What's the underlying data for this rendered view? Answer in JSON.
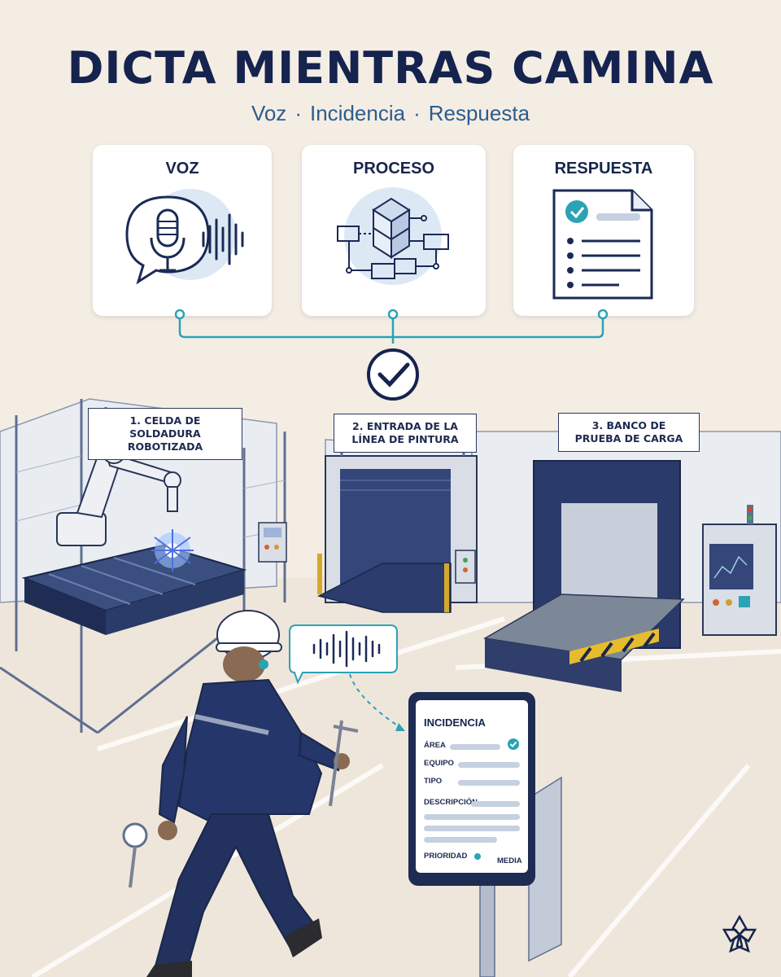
{
  "header": {
    "title": "DICTA MIENTRAS CAMINA",
    "subtitle": [
      "Voz",
      "Incidencia",
      "Respuesta"
    ],
    "separator": "·"
  },
  "cards": [
    {
      "label": "VOZ",
      "icon": "microphone-icon"
    },
    {
      "label": "PROCESO",
      "icon": "process-cube-icon"
    },
    {
      "label": "RESPUESTA",
      "icon": "checked-document-icon"
    }
  ],
  "stations": [
    {
      "label_1": "1. CELDA DE SOLDADURA",
      "label_2": "ROBOTIZADA"
    },
    {
      "label_1": "2. ENTRADA DE LA",
      "label_2": "LÍNEA DE PINTURA"
    },
    {
      "label_1": "3. BANCO DE",
      "label_2": "PRUEBA DE CARGA"
    }
  ],
  "form": {
    "title": "INCIDENCIA",
    "fields": {
      "area": "ÁREA",
      "equipo": "EQUIPO",
      "tipo": "TIPO",
      "descripcion": "DESCRIPCIÓN",
      "prioridad": "PRIORIDAD",
      "prioridad_value": "MEDIA"
    }
  },
  "colors": {
    "navy": "#15234e",
    "teal": "#2aa3b5",
    "background": "#f4ede4",
    "accent_blue": "#2b5d8e"
  }
}
